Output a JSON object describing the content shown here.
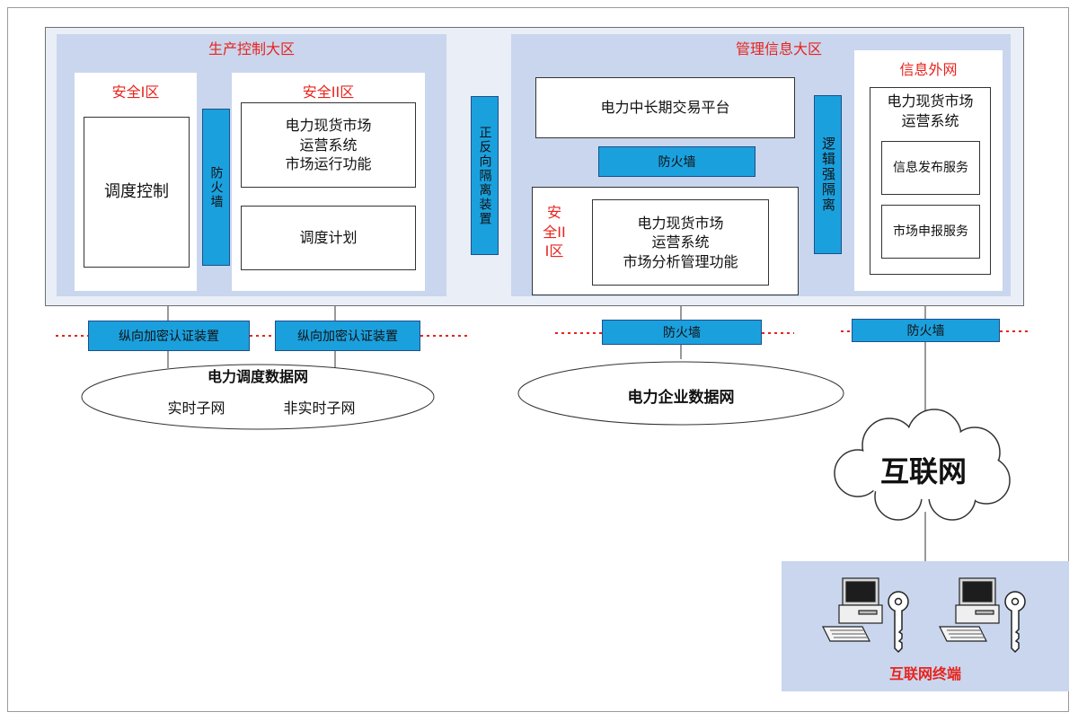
{
  "production_zone": {
    "title": "生产控制大区",
    "safety1": {
      "title": "安全I区",
      "box": "调度控制"
    },
    "firewall": "防火墙",
    "safety2": {
      "title": "安全II区",
      "system_lines": [
        "电力现货市场",
        "运营系统",
        "市场运行功能"
      ],
      "plan": "调度计划"
    }
  },
  "isolation_device": "正反向隔离装置",
  "management_zone": {
    "title": "管理信息大区",
    "trading_platform": "电力中长期交易平台",
    "firewall": "防火墙",
    "safety3": {
      "title": "安全III区",
      "system_lines": [
        "电力现货市场",
        "运营系统",
        "市场分析管理功能"
      ]
    },
    "logical_isolation": "逻辑强隔离",
    "info_extranet": {
      "title": "信息外网",
      "system_lines": [
        "电力现货市场",
        "运营系统"
      ],
      "services": [
        "信息发布服务",
        "市场申报服务"
      ]
    }
  },
  "bottom": {
    "encrypt_device_1": "纵向加密认证装置",
    "encrypt_device_2": "纵向加密认证装置",
    "firewall_mid": "防火墙",
    "firewall_right": "防火墙",
    "dispatch_network": {
      "title": "电力调度数据网",
      "left": "实时子网",
      "right": "非实时子网"
    },
    "enterprise_network": "电力企业数据网",
    "internet": "互联网",
    "terminals": "互联网终端"
  },
  "colors": {
    "accent_red": "#e8231c",
    "device_blue": "#1ba0de",
    "zone_blue": "#c9d6ee"
  }
}
